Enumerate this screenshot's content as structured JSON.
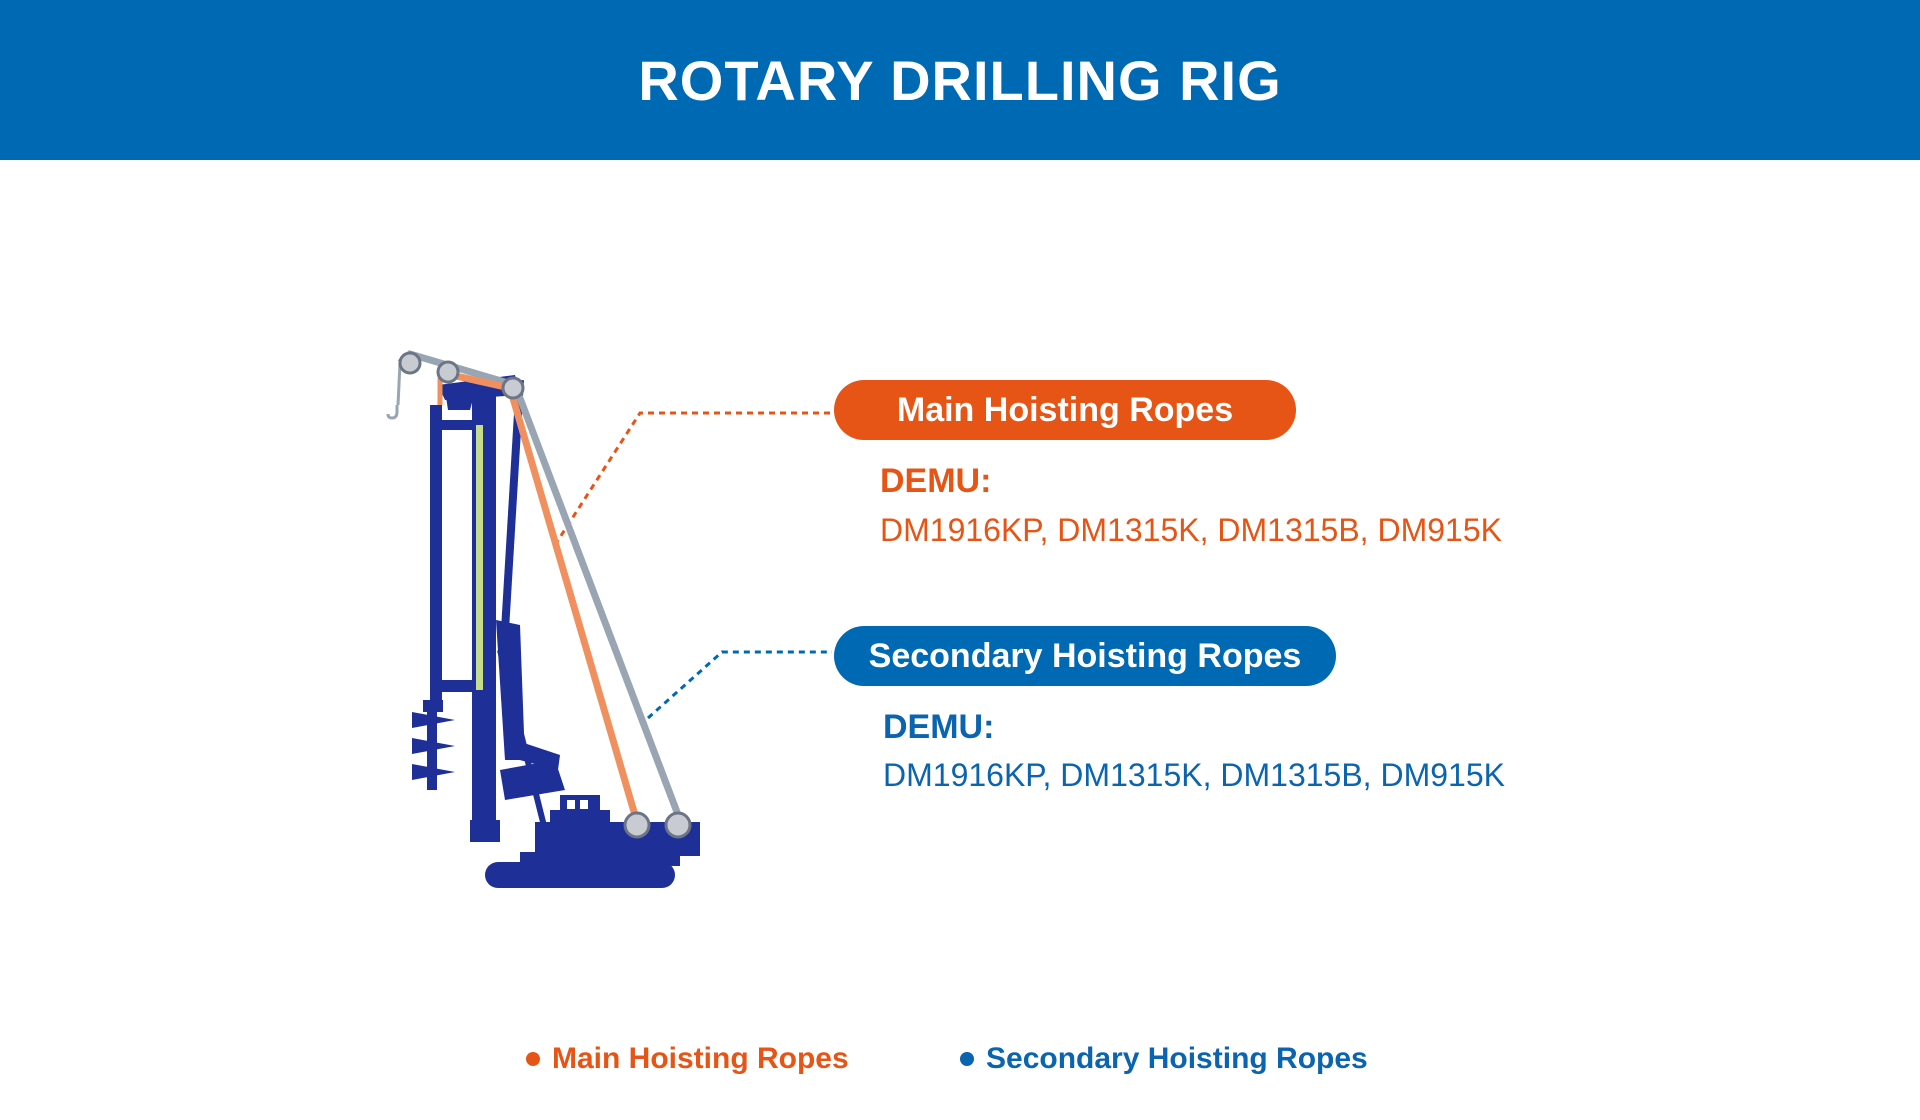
{
  "header": {
    "title": "ROTARY DRILLING RIG"
  },
  "callouts": [
    {
      "label": "Main Hoisting Ropes",
      "brand": "DEMU:",
      "models": "DM1916KP, DM1315K, DM1315B, DM915K",
      "color": "#e65516"
    },
    {
      "label": "Secondary Hoisting Ropes",
      "brand": "DEMU:",
      "models": "DM1916KP, DM1315K, DM1315B, DM915K",
      "color": "#0069b4"
    }
  ],
  "legend": [
    {
      "label": "Main Hoisting Ropes",
      "color": "#e65516"
    },
    {
      "label": "Secondary Hoisting Ropes",
      "color": "#0a64b0"
    }
  ],
  "colors": {
    "header_bg": "#0069b4",
    "rig_body": "#1e2f98",
    "main_rope": "#f0905e",
    "secondary_rope": "#9aa5b4",
    "kelly_bar": "#c5dd8a"
  }
}
